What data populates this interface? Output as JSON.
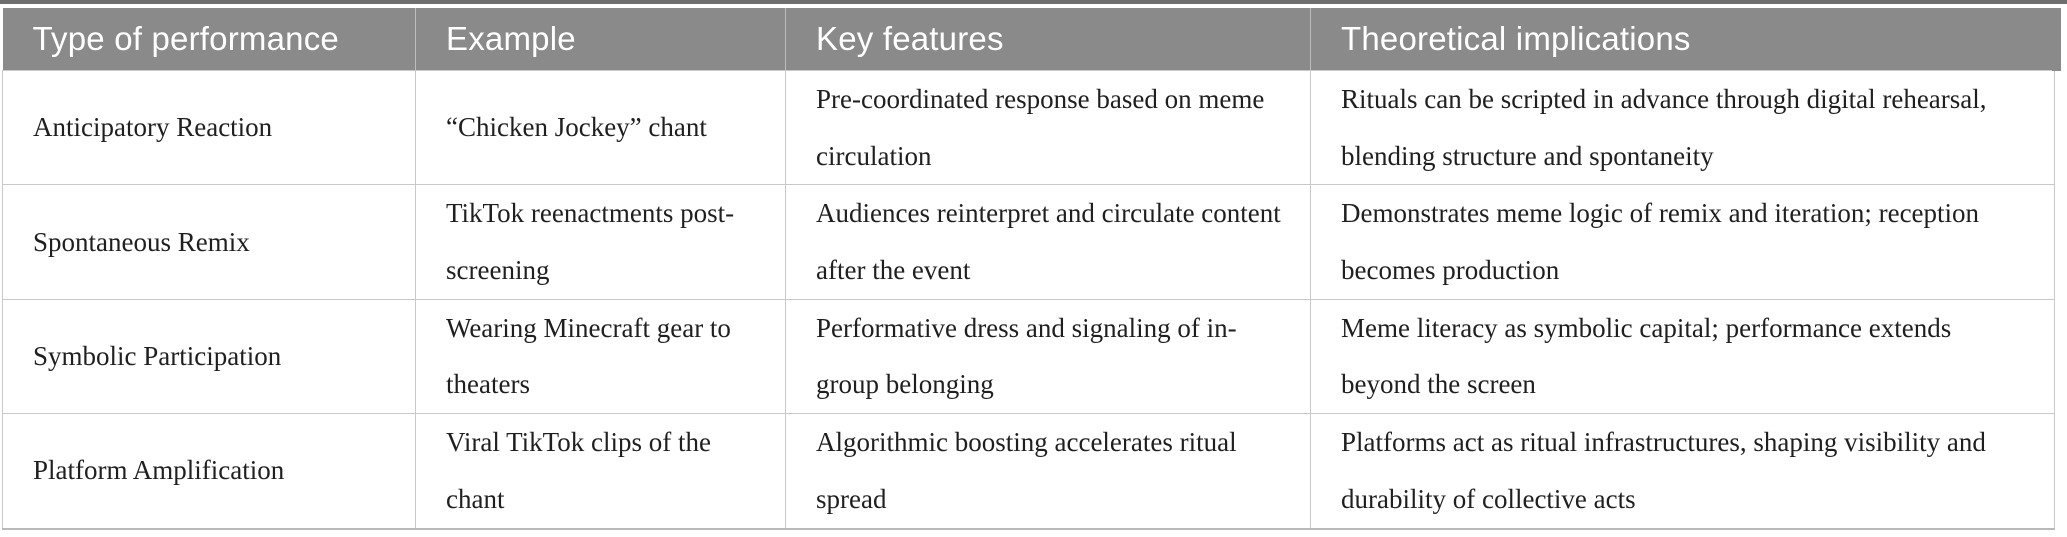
{
  "colors": {
    "header_bg": "#8a8a8a",
    "header_text": "#ffffff",
    "body_text": "#1f1f1f",
    "border": "#c9c9c9",
    "top_rule": "#6e6e6e",
    "row_bg": "#ffffff"
  },
  "table": {
    "header": {
      "col1": "Type of performance",
      "col2": "Example",
      "col3": "Key features",
      "col4": "Theoretical implications"
    },
    "rows": [
      {
        "type": "Anticipatory Reaction",
        "example": "“Chicken Jockey” chant",
        "features": "Pre-coordinated response based on meme circulation",
        "implications": "Rituals can be scripted in advance through digital rehearsal, blending structure and spontaneity"
      },
      {
        "type": "Spontaneous Remix",
        "example": "TikTok reenactments post-screening",
        "features": "Audiences reinterpret and circulate content after the event",
        "implications": "Demonstrates meme logic of remix and iteration; reception becomes production"
      },
      {
        "type": "Symbolic Participation",
        "example": "Wearing Minecraft gear to theaters",
        "features": "Performative dress and signaling of in-group belonging",
        "implications": "Meme literacy as symbolic capital; performance extends beyond the screen"
      },
      {
        "type": "Platform Amplification",
        "example": "Viral TikTok clips of the chant",
        "features": "Algorithmic boosting accelerates ritual spread",
        "implications": "Platforms act as ritual infrastructures, shaping visibility and durability of collective acts"
      }
    ]
  }
}
